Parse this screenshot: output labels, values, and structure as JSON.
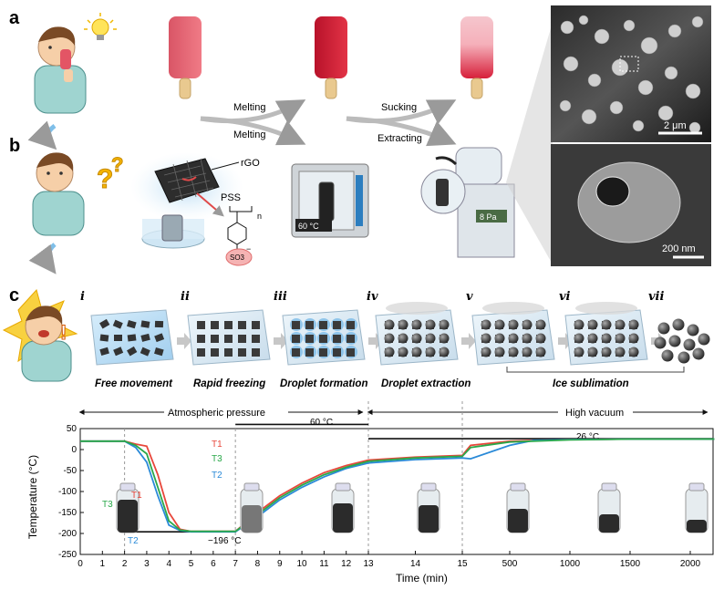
{
  "panels": {
    "a": "a",
    "b": "b",
    "c": "c"
  },
  "top_labels": {
    "melting_a": "Melting",
    "melting_b": "Melting",
    "sucking": "Sucking",
    "extracting": "Extracting"
  },
  "chem": {
    "rgo": "rGO",
    "pss": "PSS",
    "n": "n",
    "so3": "SO3",
    "minus": "−"
  },
  "device_labels": {
    "oven_temp": "60 °C",
    "pressure": "8 Pa"
  },
  "sem": {
    "scale_top": "2 μm",
    "scale_bottom": "200 nm"
  },
  "steps": [
    {
      "roman": "i",
      "label": "Free movement"
    },
    {
      "roman": "ii",
      "label": "Rapid freezing"
    },
    {
      "roman": "iii",
      "label": "Droplet formation"
    },
    {
      "roman": "iv",
      "label": "Droplet extraction"
    },
    {
      "roman": "v",
      "label": ""
    },
    {
      "roman": "vi",
      "label": ""
    },
    {
      "roman": "vii",
      "label": ""
    }
  ],
  "ice_sublimation": "Ice sublimation",
  "pressure_labels": {
    "atmospheric": "Atmospheric pressure",
    "vacuum": "High vacuum"
  },
  "chart_data": {
    "type": "line",
    "xlabel": "Time (min)",
    "ylabel": "Temperature (°C)",
    "ylim": [
      -250,
      50
    ],
    "yticks": [
      50,
      0,
      -50,
      -100,
      -150,
      -200,
      -250
    ],
    "xtick_labels": [
      "0",
      "1",
      "2",
      "3",
      "4",
      "5",
      "6",
      "7",
      "8",
      "9",
      "10",
      "11",
      "12",
      "13",
      "14",
      "15",
      "500",
      "1000",
      "1500",
      "2000"
    ],
    "x_axis_note": "piecewise axis: 0–15 min linear segments, then 500–2000 min",
    "annotations": {
      "t60": "60 °C",
      "t26": "26 °C",
      "tm196": "−196 °C"
    },
    "setpoints": [
      {
        "label": "60 °C",
        "x": [
          7,
          13
        ],
        "y": 60
      },
      {
        "label": "26 °C",
        "x": [
          13,
          2200
        ],
        "y": 26
      },
      {
        "label": "−196 °C",
        "x": [
          2,
          7
        ],
        "y": -196
      }
    ],
    "series": [
      {
        "name": "T1",
        "color": "#e8473b",
        "x": [
          0,
          1,
          2,
          2.5,
          3,
          3.5,
          4,
          4.5,
          5,
          6,
          7,
          8,
          9,
          10,
          11,
          12,
          13,
          14,
          15,
          100,
          500,
          1000,
          1500,
          2000,
          2200
        ],
        "y": [
          20,
          20,
          20,
          13,
          8,
          -60,
          -150,
          -190,
          -195,
          -195,
          -195,
          -150,
          -110,
          -80,
          -55,
          -38,
          -25,
          -18,
          -14,
          10,
          20,
          24,
          25,
          25,
          25
        ]
      },
      {
        "name": "T2",
        "color": "#2a8ad8",
        "x": [
          0,
          1,
          2,
          2.5,
          3,
          3.5,
          4,
          4.5,
          5,
          6,
          7,
          8,
          9,
          10,
          11,
          12,
          13,
          14,
          15,
          100,
          500,
          700,
          1000,
          1500,
          2000,
          2200
        ],
        "y": [
          20,
          20,
          20,
          5,
          -30,
          -110,
          -180,
          -193,
          -196,
          -196,
          -196,
          -160,
          -120,
          -90,
          -65,
          -45,
          -32,
          -24,
          -20,
          -22,
          10,
          22,
          24,
          25,
          25,
          25
        ]
      },
      {
        "name": "T3",
        "color": "#2aa84a",
        "x": [
          0,
          1,
          2,
          2.5,
          3,
          3.5,
          4,
          4.5,
          5,
          6,
          7,
          8,
          9,
          10,
          11,
          12,
          13,
          14,
          15,
          100,
          500,
          1000,
          1500,
          2000,
          2200
        ],
        "y": [
          20,
          20,
          20,
          10,
          -10,
          -90,
          -170,
          -192,
          -195,
          -195,
          -195,
          -155,
          -115,
          -85,
          -60,
          -42,
          -28,
          -20,
          -16,
          5,
          18,
          23,
          25,
          25,
          25
        ]
      }
    ],
    "legend_in_plot": [
      "T1",
      "T3",
      "T2"
    ]
  },
  "colors": {
    "ice": "#bfe1f7",
    "accent_arrow": "#7fbfe9",
    "alert": "#f5c400"
  }
}
